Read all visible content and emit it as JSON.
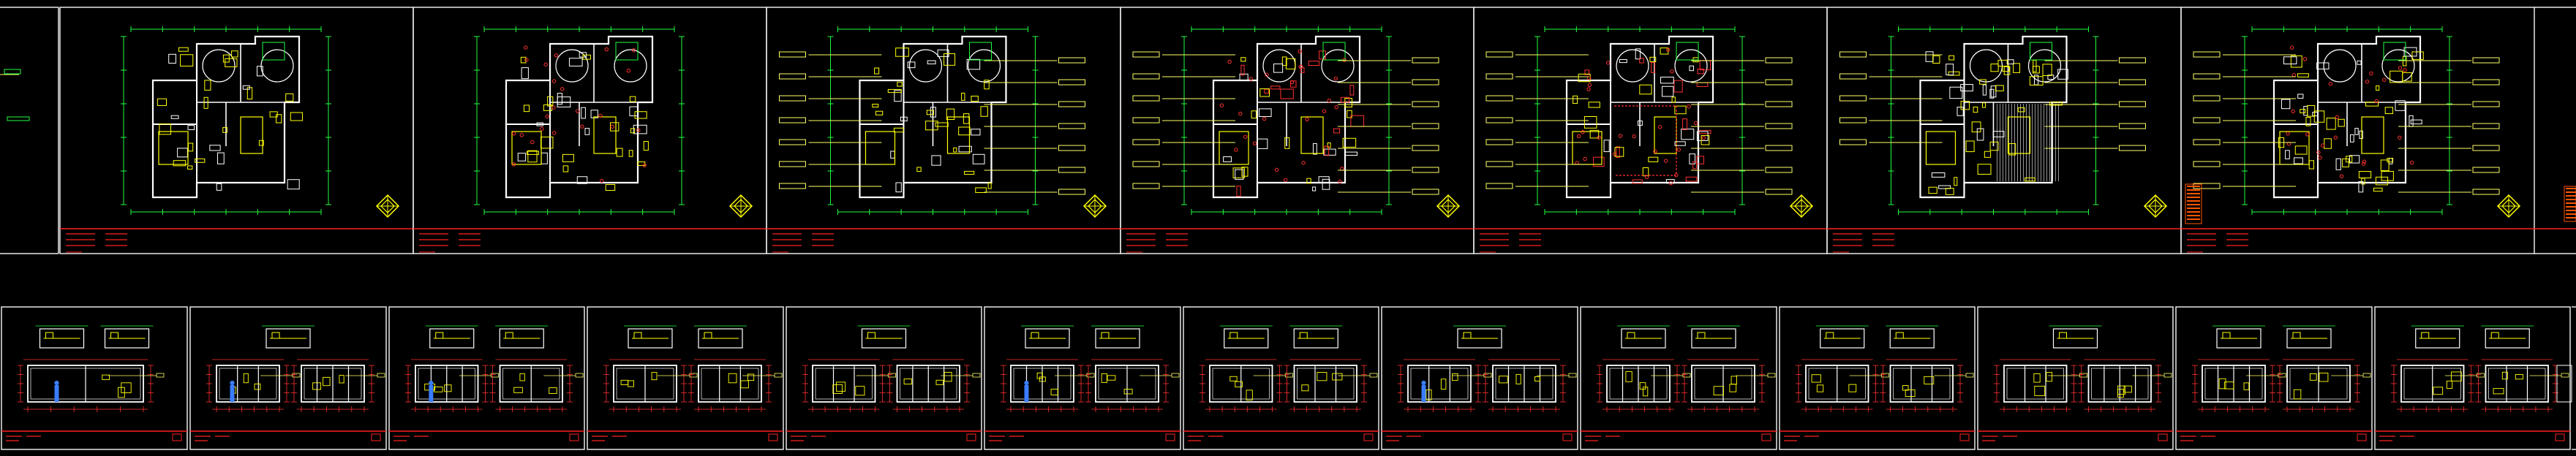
{
  "canvas": {
    "background": "#000000"
  },
  "colors": {
    "frame": "#e8e8e8",
    "title": "#ff2020",
    "wall": "#ffffff",
    "furniture": "#ffff00",
    "dimension": "#20ff40",
    "electrical": "#ff3030",
    "label": "#ffff66",
    "figure": "#3a7dff",
    "compass": "#ffff00",
    "legend": "#ff5500",
    "stripe": "#ffaa00"
  },
  "top_sheets": [
    {
      "id": "plan-1",
      "kind": "furniture"
    },
    {
      "id": "plan-2",
      "kind": "layout"
    },
    {
      "id": "plan-3",
      "kind": "ceiling"
    },
    {
      "id": "plan-4",
      "kind": "lighting"
    },
    {
      "id": "plan-5",
      "kind": "switch"
    },
    {
      "id": "plan-6",
      "kind": "floor"
    },
    {
      "id": "plan-7",
      "kind": "socket"
    }
  ],
  "bottom_sheets": [
    {
      "id": "elev-1",
      "figures": 2
    },
    {
      "id": "elev-2",
      "figures": 1
    },
    {
      "id": "elev-3",
      "figures": 1
    },
    {
      "id": "elev-4",
      "figures": 0
    },
    {
      "id": "elev-5",
      "figures": 0
    },
    {
      "id": "elev-6",
      "figures": 1
    },
    {
      "id": "elev-7",
      "figures": 0
    },
    {
      "id": "elev-8",
      "figures": 1
    },
    {
      "id": "elev-9",
      "figures": 0
    },
    {
      "id": "elev-10",
      "figures": 0
    },
    {
      "id": "elev-11",
      "figures": 0
    },
    {
      "id": "elev-12",
      "figures": 0
    },
    {
      "id": "elev-13",
      "figures": 0
    }
  ]
}
